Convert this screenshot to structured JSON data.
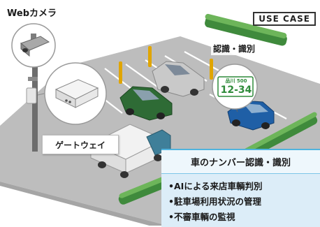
{
  "labels": {
    "camera": "Webカメラ",
    "use_case": "USE CASE",
    "recognition": "認識・識別",
    "gateway": "ゲートウェイ",
    "plate_region": "品川 500",
    "plate_number": "12-34"
  },
  "panel": {
    "title": "車のナンバー認識・識別",
    "bullets": [
      "•AIによる来店車輌判別",
      "•駐車場利用状況の管理",
      "•不審車輌の監視"
    ]
  },
  "colors": {
    "panel_bg": "#dcedf8",
    "panel_border": "#4fb3de",
    "parking_lot": "#b9b9b9",
    "green_car": "#2e6b35",
    "blue_car": "#1f5fa6",
    "silver_car": "#c9c9c9",
    "plate_green": "#2f8b3a",
    "bollard": "#e0a500"
  },
  "icons": [
    "web-camera-icon",
    "gateway-device-icon",
    "truck-icon",
    "license-plate-icon"
  ]
}
